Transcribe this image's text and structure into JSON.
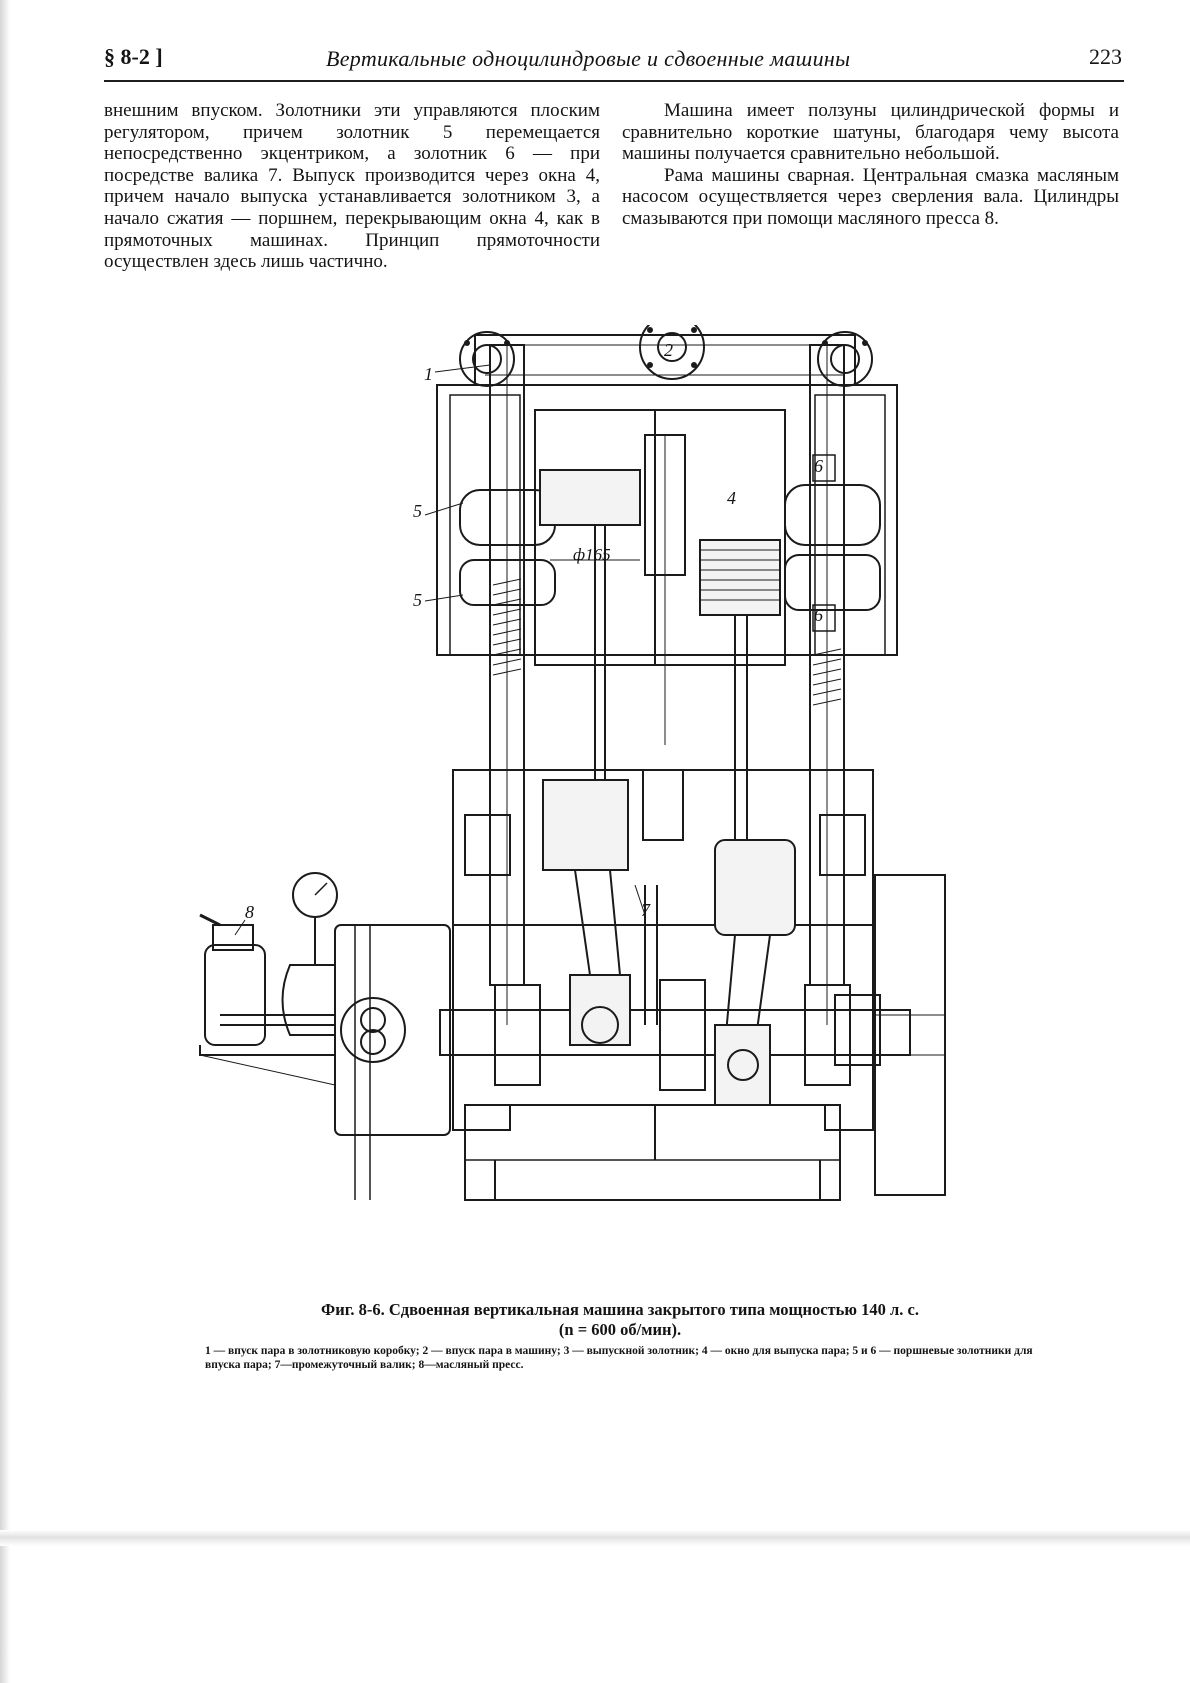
{
  "header": {
    "section": "§ 8-2 ]",
    "title": "Вертикальные одноцилиндровые и сдвоенные машины",
    "page_number": "223"
  },
  "left_column": {
    "text": "внешним впуском. Золотники эти управляются плоским регулятором, причем золотник 5 перемещается непосредственно экцентриком, а золотник 6 — при посредстве валика 7. Выпуск производится через окна 4, причем начало выпуска устанавливается золотником 3, а начало сжатия — поршнем, перекрывающим окна 4, как в прямоточных машинах. Принцип прямоточности осуществлен здесь лишь частично."
  },
  "right_column": {
    "paragraph1": "Машина имеет ползуны цилиндрической формы и сравнительно короткие шатуны, благодаря чему высота машины получается сравнительно небольшой.",
    "paragraph2": "Рама машины сварная. Центральная смазка масляным насосом осуществляется через сверления вала. Цилиндры смазываются при помощи масляного пресса 8."
  },
  "figure": {
    "callouts": [
      "1",
      "2",
      "4",
      "5",
      "5",
      "6",
      "6",
      "7",
      "8"
    ],
    "dimension_label": "ф165",
    "caption": "Фиг. 8-6. Сдвоенная вертикальная машина закрытого типа мощностью 140 л. с.",
    "caption_sub": "(n = 600 об/мин).",
    "legend": "1 — впуск пара в золотниковую коробку; 2 — впуск пара в машину; 3 — выпускной золотник; 4 — окно для выпуска пара; 5 и 6 — поршневые золотники для впуска пара; 7—промежуточный валик; 8—масляный пресс."
  }
}
